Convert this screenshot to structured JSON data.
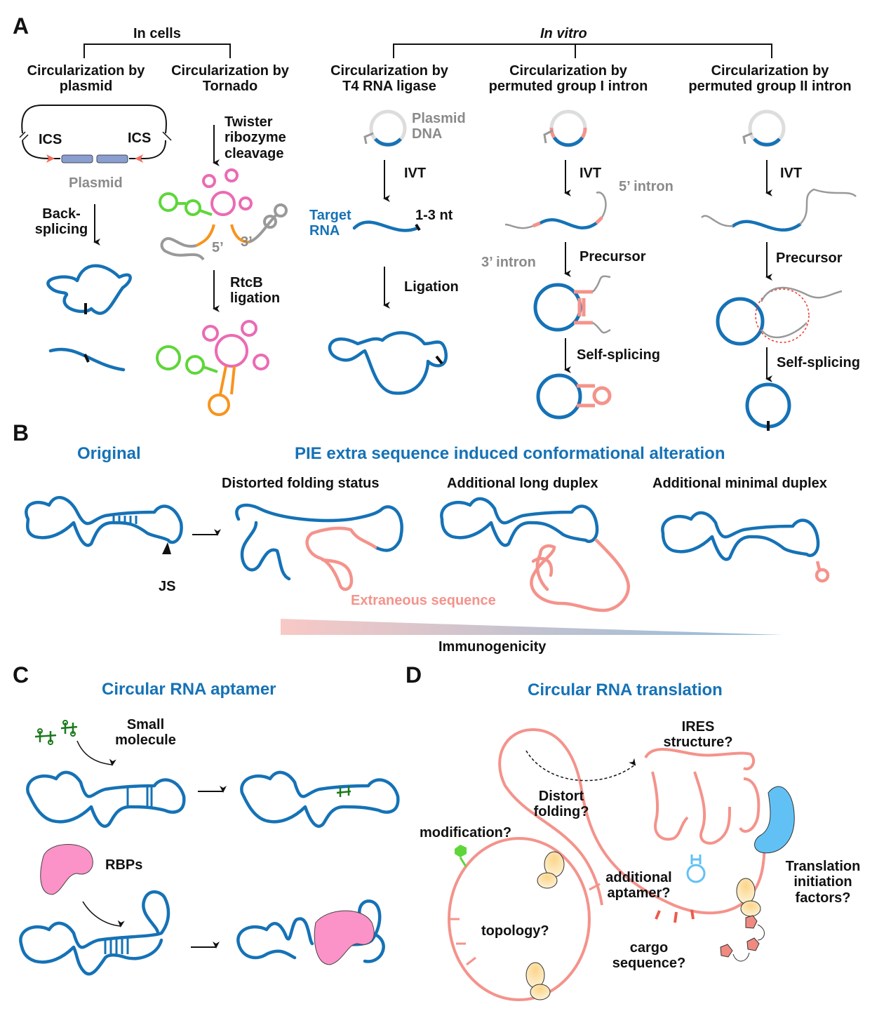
{
  "panels": {
    "A": {
      "letter": "A",
      "group_in_cells": "In cells",
      "group_in_vitro": "In vitro",
      "columns": [
        {
          "title_line1": "Circularization by",
          "title_line2": "plasmid",
          "labels": {
            "ics_left": "ICS",
            "ics_right": "ICS",
            "plasmid": "Plasmid",
            "step1_line1": "Back-",
            "step1_line2": "splicing"
          }
        },
        {
          "title_line1": "Circularization by",
          "title_line2": "Tornado",
          "labels": {
            "step1_line1": "Twister",
            "step1_line2": "ribozyme",
            "step1_line3": "cleavage",
            "five_prime": "5’",
            "three_prime": "3’",
            "step2_line1": "RtcB",
            "step2_line2": "ligation"
          }
        },
        {
          "title_line1": "Circularization by",
          "title_line2": "T4 RNA ligase",
          "labels": {
            "plasmid_dna_line1": "Plasmid",
            "plasmid_dna_line2": "DNA",
            "step1": "IVT",
            "target_line1": "Target",
            "target_line2": "RNA",
            "nt": "1-3 nt",
            "step2": "Ligation"
          }
        },
        {
          "title_line1": "Circularization by",
          "title_line2": "permuted group I intron",
          "labels": {
            "step1": "IVT",
            "five_intron": "5’ intron",
            "three_intron": "3’ intron",
            "step2": "Precursor",
            "step3": "Self-splicing"
          }
        },
        {
          "title_line1": "Circularization by",
          "title_line2": "permuted group II intron",
          "labels": {
            "step1": "IVT",
            "step2": "Precursor",
            "step3": "Self-splicing"
          }
        }
      ]
    },
    "B": {
      "letter": "B",
      "original_title": "Original",
      "alteration_title": "PIE extra sequence induced conformational alteration",
      "subtitles": [
        "Distorted folding status",
        "Additional long duplex",
        "Additional minimal duplex"
      ],
      "js_label": "JS",
      "extraneous_label": "Extraneous sequence",
      "gradient_label": "Immunogenicity",
      "gradient_colors": [
        "#f8c9c6",
        "#8fbcd9"
      ]
    },
    "C": {
      "letter": "C",
      "title": "Circular RNA aptamer",
      "small_molecule_line1": "Small",
      "small_molecule_line2": "molecule",
      "rbps": "RBPs"
    },
    "D": {
      "letter": "D",
      "title": "Circular RNA translation",
      "ires_line1": "IRES",
      "ires_line2": "structure?",
      "distort_line1": "Distort",
      "distort_line2": "folding?",
      "modification": "modification?",
      "additional_line1": "additional",
      "additional_line2": "aptamer?",
      "topology": "topology?",
      "cargo_line1": "cargo",
      "cargo_line2": "sequence?",
      "tif_line1": "Translation",
      "tif_line2": "initiation",
      "tif_line3": "factors?"
    }
  },
  "colors": {
    "rna_blue": "#1572b6",
    "intron_pink": "#f4938b",
    "tornado_green": "#5ed63a",
    "tornado_magenta": "#ea6bb4",
    "tornado_orange": "#f7941d",
    "rbp_pink": "#fb92c8",
    "factor_blue": "#62c1f4",
    "ribosome": "#fbd58a"
  }
}
